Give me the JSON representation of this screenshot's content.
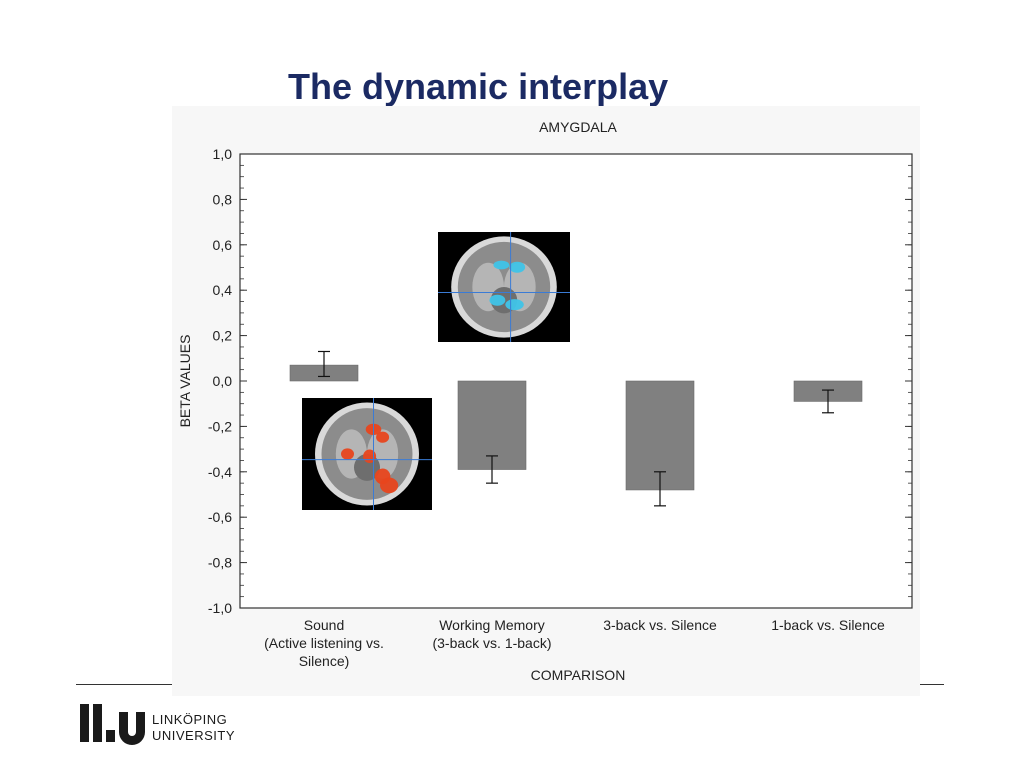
{
  "slide": {
    "title": "The dynamic interplay"
  },
  "logo": {
    "line1": "LINKÖPING",
    "line2": "UNIVERSITY"
  },
  "colors": {
    "title": "#1b2a63",
    "bar": "#808080",
    "activation_positive": "#e8461e",
    "activation_negative": "#3fc4e8"
  },
  "chart_data": {
    "type": "bar",
    "title": "AMYGDALA",
    "xlabel": "COMPARISON",
    "ylabel": "BETA VALUES",
    "ylim": [
      -1.0,
      1.0
    ],
    "yticks": [
      "1,0",
      "0,8",
      "0,6",
      "0,4",
      "0,2",
      "0,0",
      "-0,2",
      "-0,4",
      "-0,6",
      "-0,8",
      "-1,0"
    ],
    "ytick_values": [
      1.0,
      0.8,
      0.6,
      0.4,
      0.2,
      0.0,
      -0.2,
      -0.4,
      -0.6,
      -0.8,
      -1.0
    ],
    "categories": [
      [
        "Sound",
        "(Active listening vs.",
        "Silence)"
      ],
      [
        "Working Memory",
        "(3-back vs. 1-back)"
      ],
      [
        "3-back vs. Silence"
      ],
      [
        "1-back vs. Silence"
      ]
    ],
    "values": [
      0.07,
      -0.39,
      -0.48,
      -0.09
    ],
    "error_low": [
      0.02,
      -0.45,
      -0.55,
      -0.14
    ],
    "error_high": [
      0.13,
      -0.33,
      -0.4,
      -0.04
    ],
    "grid": false,
    "brain_slices": [
      {
        "name": "brain-slice-positive-activation",
        "activation": "positive"
      },
      {
        "name": "brain-slice-negative-activation",
        "activation": "negative"
      }
    ]
  }
}
